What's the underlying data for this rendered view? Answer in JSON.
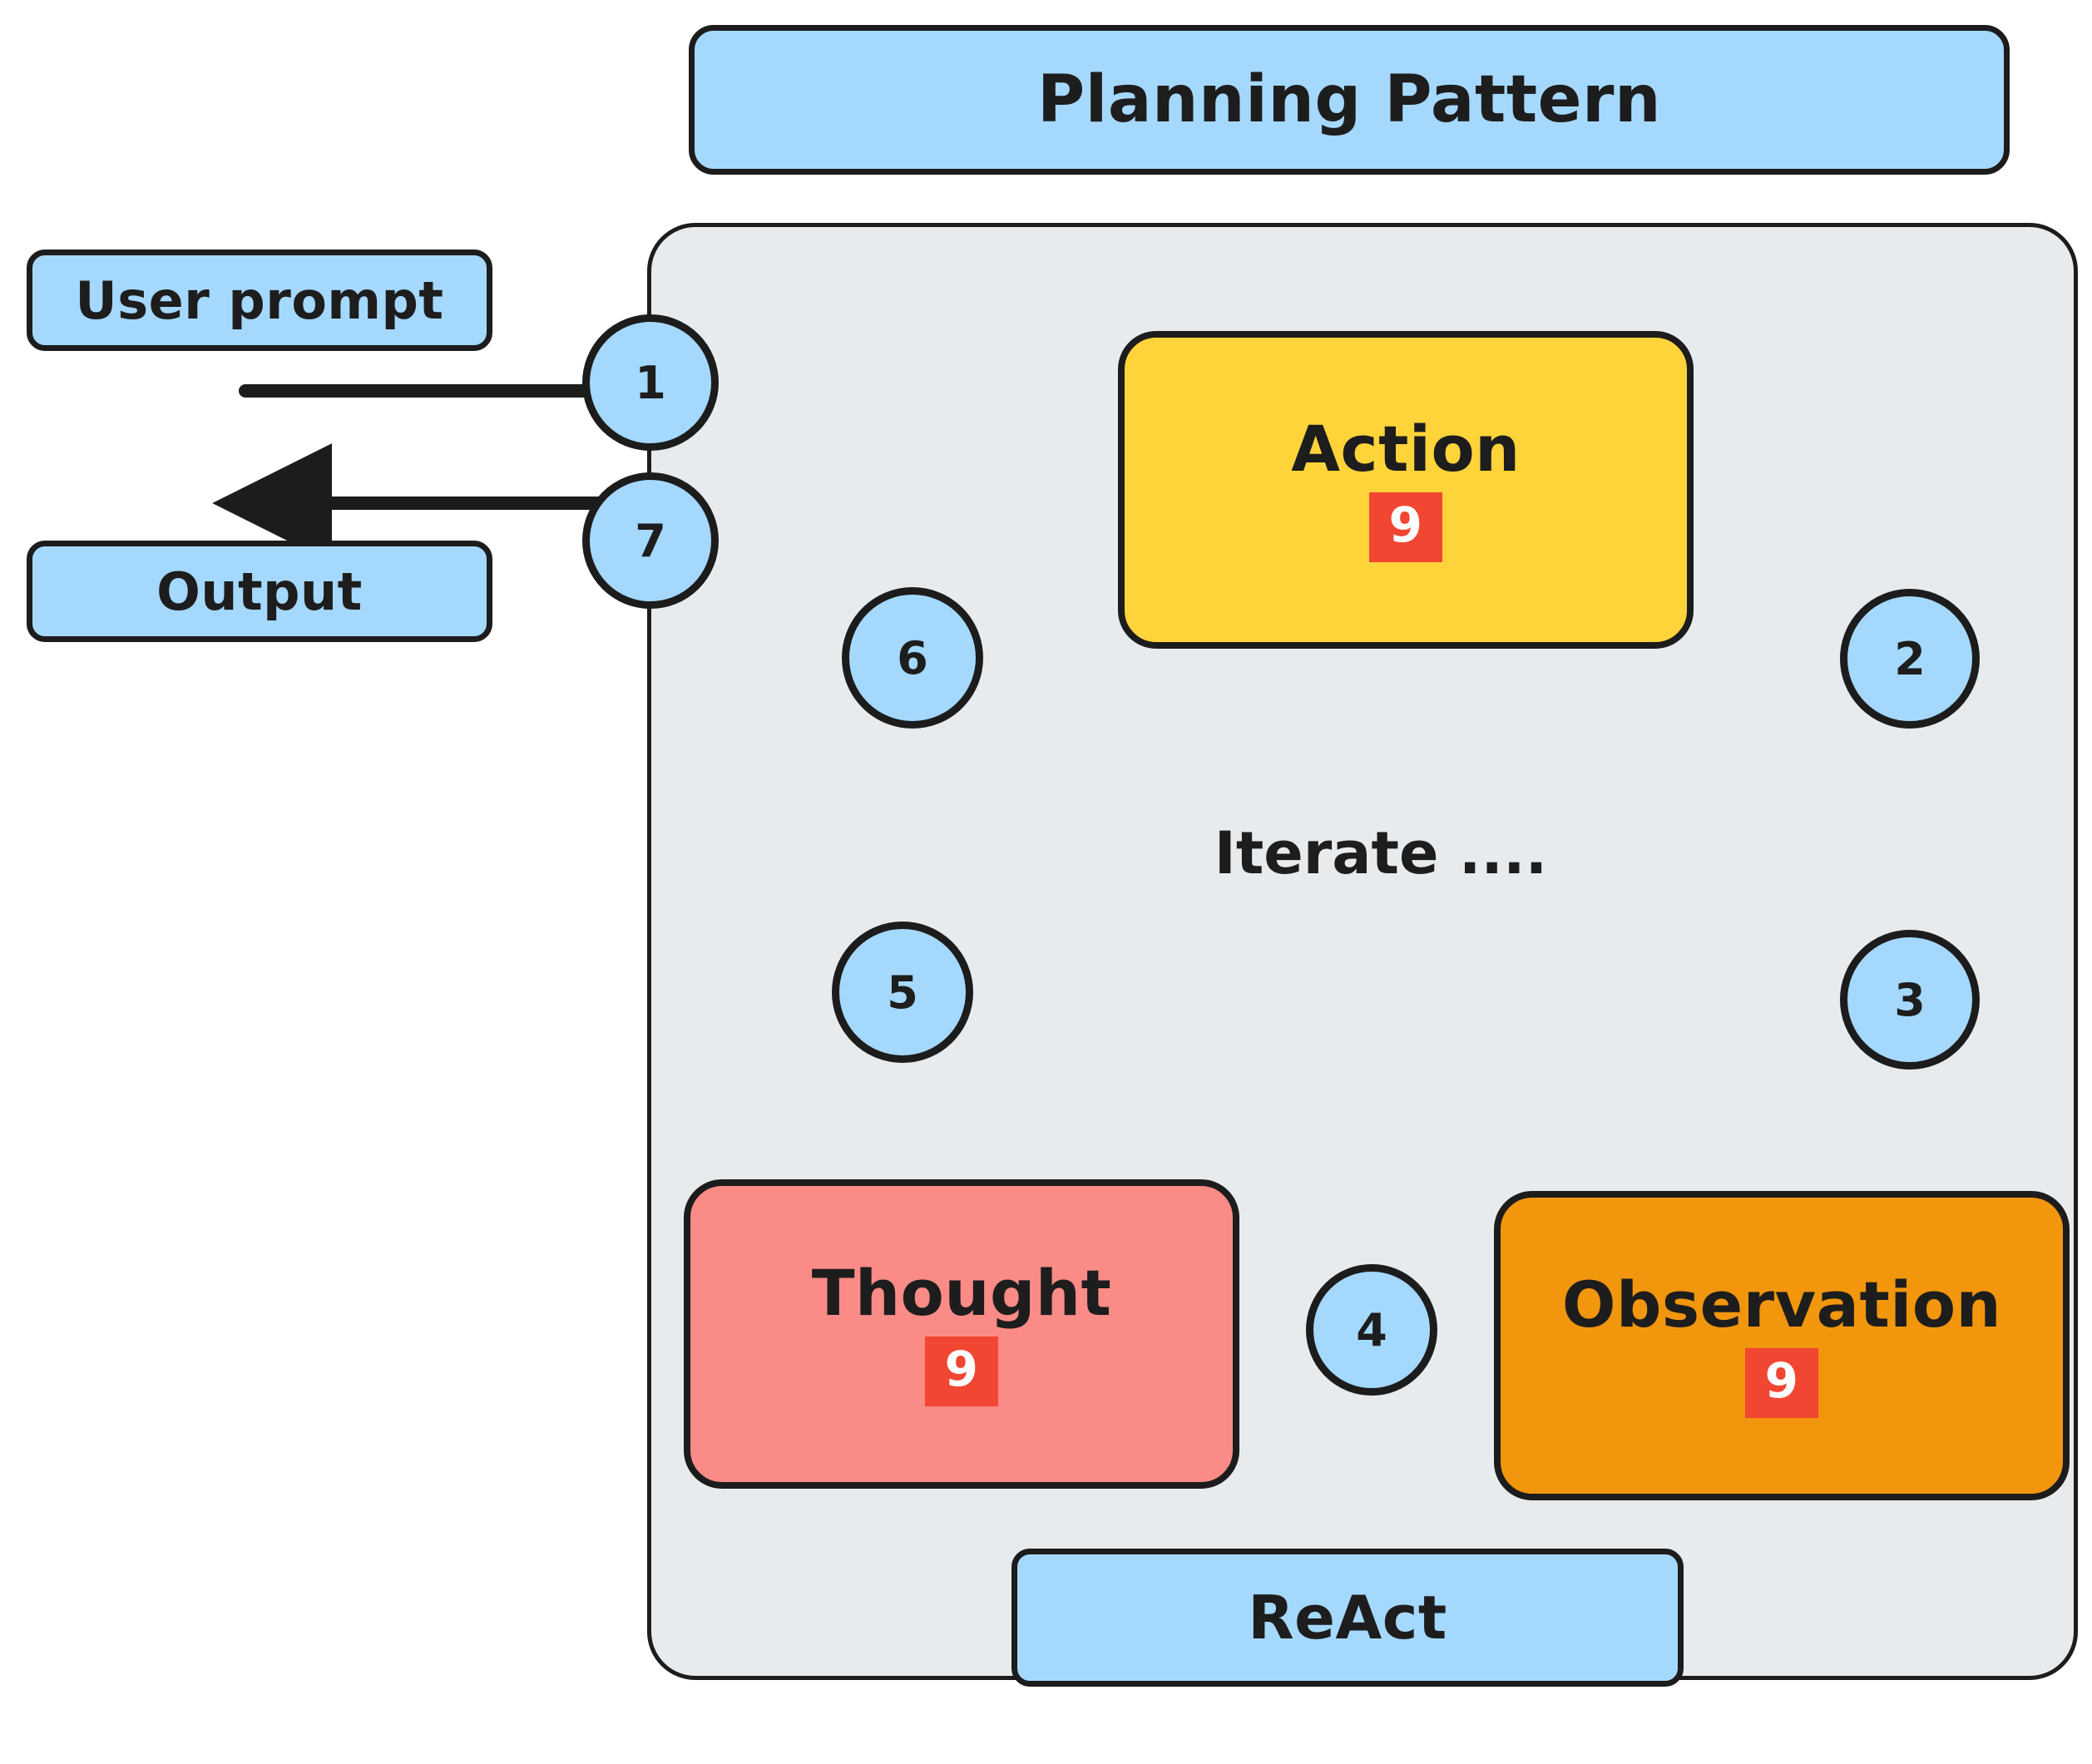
{
  "diagram": {
    "title": "Planning Pattern",
    "framework_label": "ReAct",
    "loop_label": "Iterate ....",
    "io": {
      "input_label": "User prompt",
      "output_label": "Output"
    },
    "nodes": [
      {
        "id": "action",
        "label": "Action",
        "badge": "9",
        "color": "#ffd43a"
      },
      {
        "id": "observation",
        "label": "Observation",
        "badge": "9",
        "color": "#f2960e"
      },
      {
        "id": "thought",
        "label": "Thought",
        "badge": "9",
        "color": "#fb8b86"
      }
    ],
    "steps": [
      {
        "number": "1",
        "from": "User prompt",
        "to": "Action",
        "style": "solid"
      },
      {
        "number": "2",
        "from": "Action",
        "to": "Observation",
        "style": "dashed"
      },
      {
        "number": "3",
        "from": "Action",
        "to": "Observation",
        "style": "dashed"
      },
      {
        "number": "4",
        "from": "Observation",
        "to": "Thought",
        "style": "solid"
      },
      {
        "number": "5",
        "from": "Thought",
        "to": "Action",
        "style": "dashed"
      },
      {
        "number": "6",
        "from": "Thought",
        "to": "Action",
        "style": "dashed"
      },
      {
        "number": "7",
        "from": "Action",
        "to": "Output",
        "style": "solid"
      }
    ],
    "colors": {
      "blue": "#a5d8fd",
      "yellow": "#ffd43a",
      "orange": "#f2960e",
      "salmon": "#fb8b86",
      "badge_red": "#f04632",
      "panel_gray": "#e8ebed",
      "stroke": "#1c1c1c"
    }
  }
}
